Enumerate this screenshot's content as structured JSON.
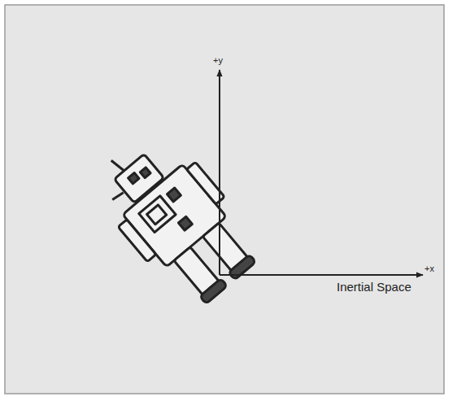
{
  "diagram": {
    "labels": [
      "+y",
      "+x",
      "Inertial Space"
    ]
  }
}
